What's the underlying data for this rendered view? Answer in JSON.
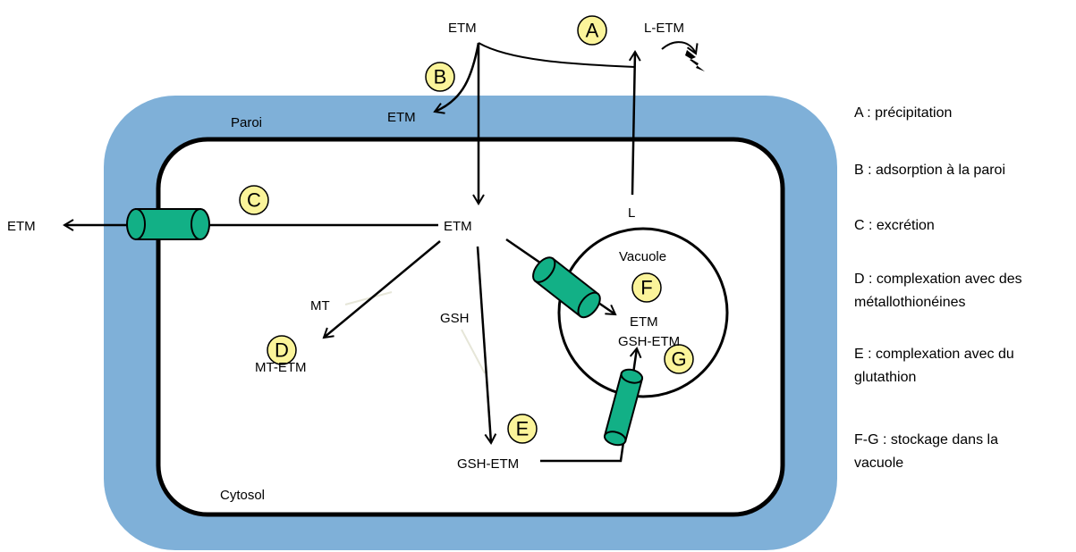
{
  "labels": {
    "etm_top": "ETM",
    "l_etm": "L-ETM",
    "etm_wall": "ETM",
    "paroi": "Paroi",
    "etm_out": "ETM",
    "etm_center": "ETM",
    "l": "L",
    "vacuole": "Vacuole",
    "mt": "MT",
    "gsh": "GSH",
    "mt_etm": "MT-ETM",
    "etm_vac": "ETM",
    "gsh_etm_vac": "GSH-ETM",
    "gsh_etm": "GSH-ETM",
    "cytosol": "Cytosol"
  },
  "badges": {
    "a": "A",
    "b": "B",
    "c": "C",
    "d": "D",
    "e": "E",
    "f": "F",
    "g": "G"
  },
  "legend": [
    "A : précipitation",
    "B : adsorption à la paroi",
    "C : excrétion",
    "D : complexation avec des métallothionéines",
    "E : complexation avec du glutathion",
    "F-G : stockage dans la vacuole"
  ],
  "colors": {
    "wall": "#7FB0D8",
    "badge": "#FBF49A",
    "transporter": "#12B086",
    "line": "#000000",
    "faint_line": "#E6E6D8"
  }
}
